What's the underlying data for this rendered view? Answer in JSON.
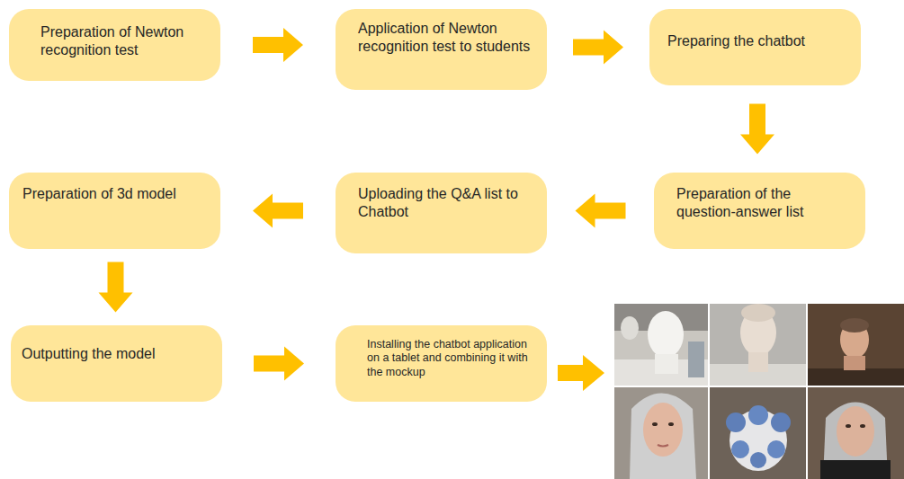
{
  "diagram": {
    "nodes": [
      {
        "text": [
          "Preparation of Newton recognition test"
        ]
      },
      {
        "text": [
          "Application of Newton recognition test to students"
        ]
      },
      {
        "text": [
          "Preparing the chatbot"
        ]
      },
      {
        "text": [
          "Preparation of the question-answer list"
        ]
      },
      {
        "text": [
          "Uploading the Q&A list to Chatbot"
        ]
      },
      {
        "text": [
          "Preparation of 3d model"
        ]
      },
      {
        "text": [
          "Outputting the model"
        ]
      },
      {
        "text": [
          "Installing the chatbot application on a tablet and combining it with the mockup"
        ]
      }
    ],
    "edges": [
      {
        "from": 0,
        "to": 1,
        "arrow": "to"
      },
      {
        "from": 1,
        "to": 2,
        "arrow": "to"
      },
      {
        "from": 2,
        "to": 3,
        "arrow": "to"
      },
      {
        "from": 3,
        "to": 4,
        "arrow": "to"
      },
      {
        "from": 4,
        "to": 5,
        "arrow": "to"
      },
      {
        "from": 5,
        "to": 6,
        "arrow": "to"
      },
      {
        "from": 6,
        "to": 7,
        "arrow": "to"
      }
    ]
  }
}
